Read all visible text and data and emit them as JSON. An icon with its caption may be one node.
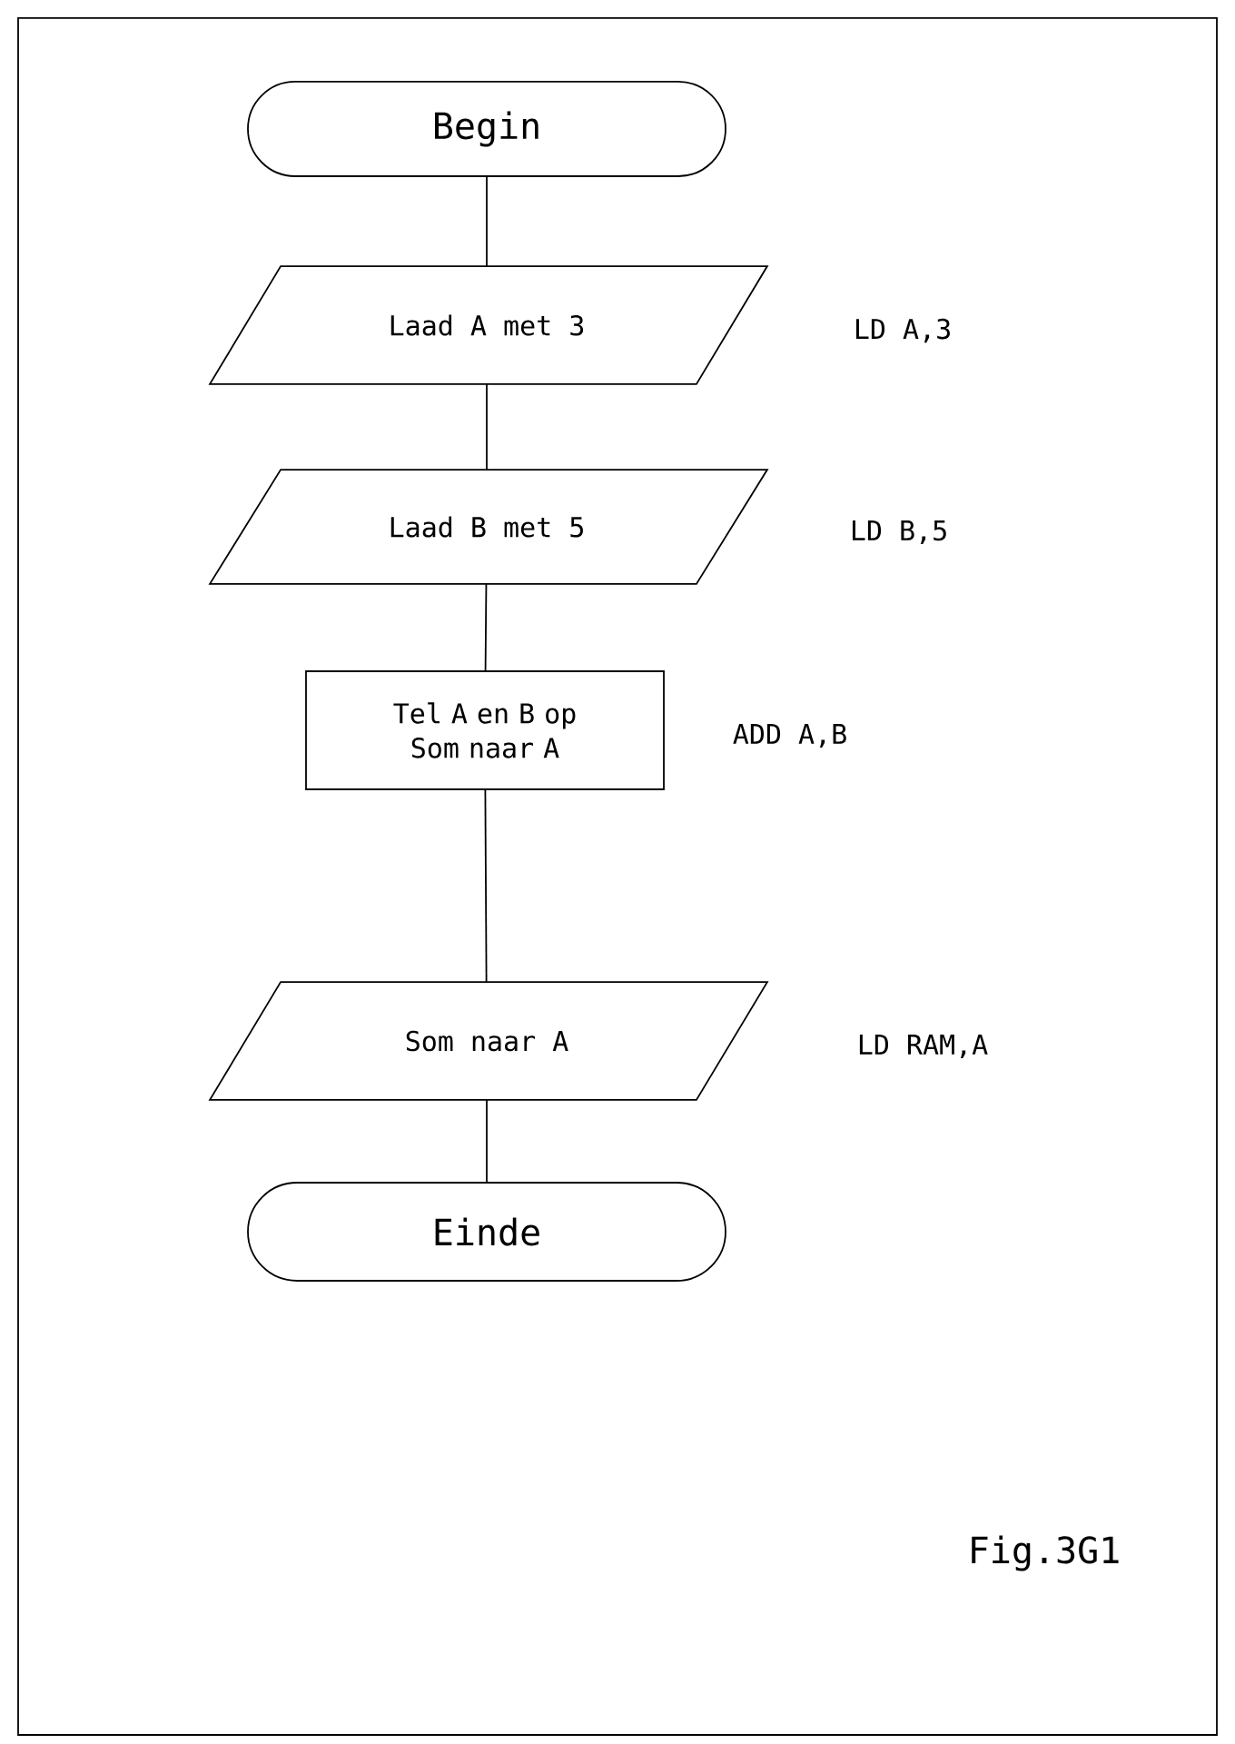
{
  "diagram": {
    "nodes": [
      {
        "text": [
          "Begin"
        ]
      },
      {
        "text": [
          "Laad A met 3"
        ],
        "beside": [
          "LD A,3"
        ]
      },
      {
        "text": [
          "Laad B met 5"
        ],
        "beside": [
          "LD B,5"
        ]
      },
      {
        "text": [
          "Tel A en B op Som naar A"
        ],
        "beside": [
          "ADD A,B"
        ]
      },
      {
        "text": [
          "Som naar A"
        ],
        "beside": [
          "LD RAM,A"
        ]
      },
      {
        "text": [
          "Einde"
        ]
      }
    ],
    "edges": [
      {
        "from": 0,
        "to": 1,
        "arrow": "none"
      },
      {
        "from": 1,
        "to": 2,
        "arrow": "none"
      },
      {
        "from": 2,
        "to": 3,
        "arrow": "none"
      },
      {
        "from": 3,
        "to": 4,
        "arrow": "none"
      },
      {
        "from": 4,
        "to": 5,
        "arrow": "none"
      }
    ],
    "labels": [
      "Fig.3G1"
    ]
  }
}
